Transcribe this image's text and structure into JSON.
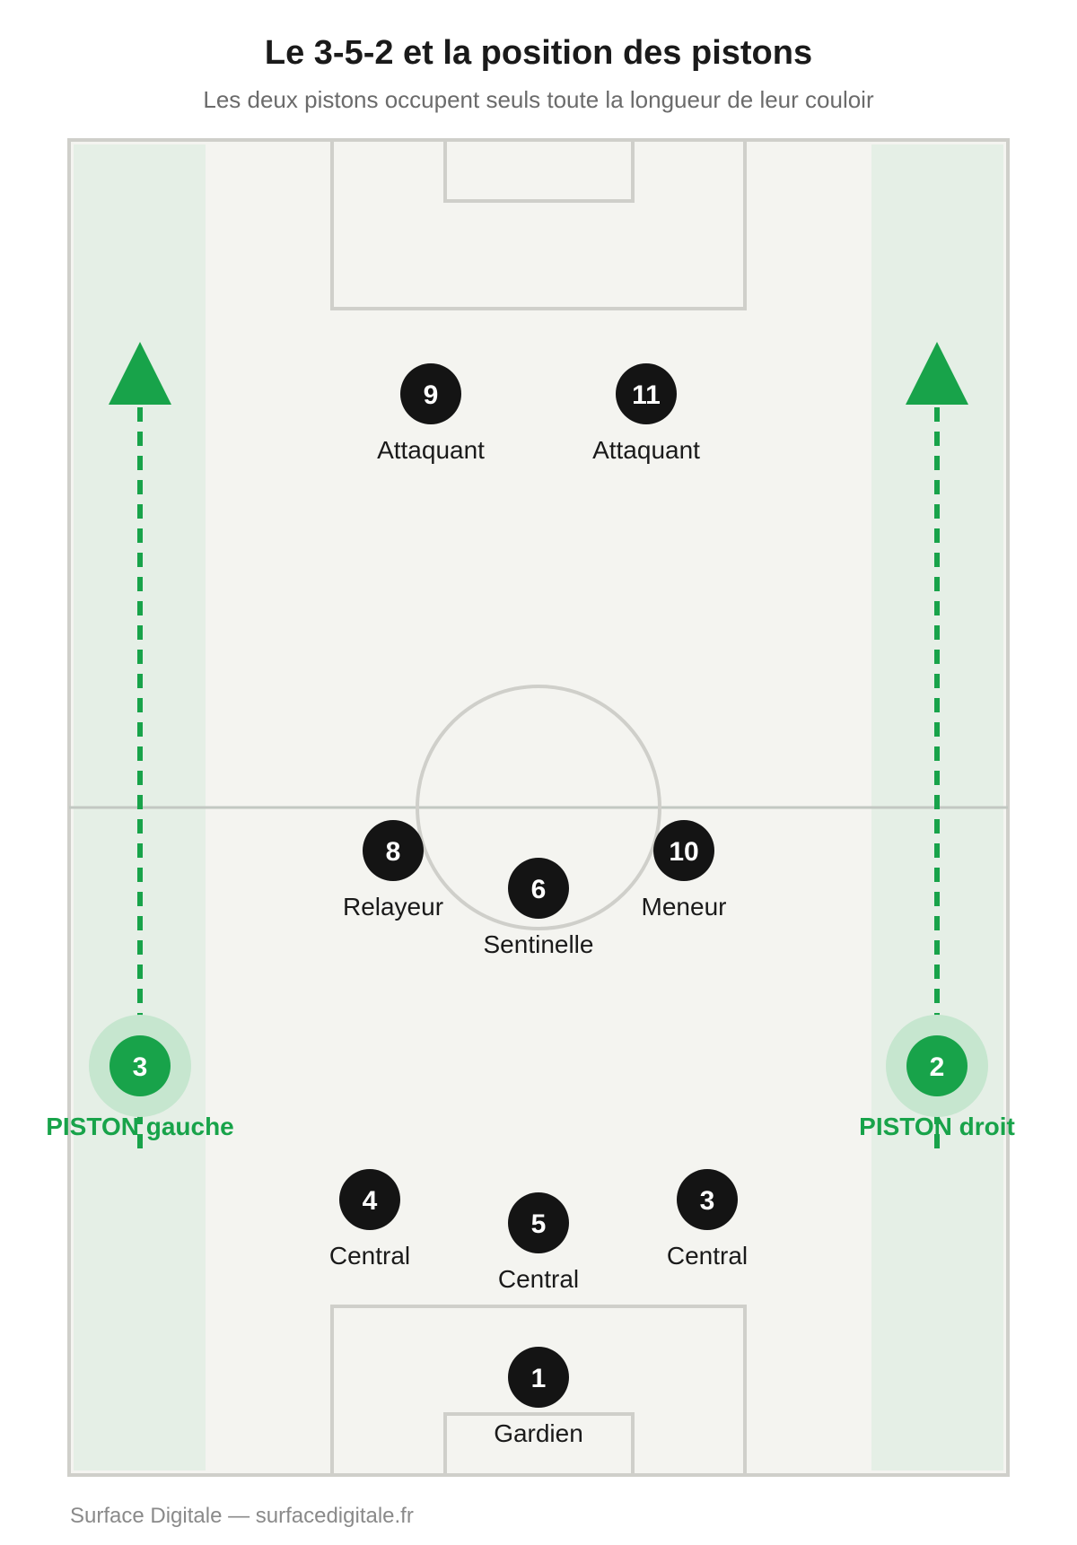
{
  "title": "Le 3-5-2 et la position des pistons",
  "subtitle": "Les deux pistons occupent seuls toute la longueur de leur couloir",
  "footer": "Surface Digitale — surfacedigitale.fr",
  "colors": {
    "pitch": "#f4f4f0",
    "lines": "#cfcfca",
    "corridor": "#e5efe6",
    "player": "#141414",
    "piston": "#18a34a",
    "piston_halo": "#c6e6cf"
  },
  "players": [
    {
      "number": "9",
      "role": "Attaquant",
      "type": "regular"
    },
    {
      "number": "11",
      "role": "Attaquant",
      "type": "regular"
    },
    {
      "number": "8",
      "role": "Relayeur",
      "type": "regular"
    },
    {
      "number": "6",
      "role": "Sentinelle",
      "type": "regular"
    },
    {
      "number": "10",
      "role": "Meneur",
      "type": "regular"
    },
    {
      "number": "3",
      "role": "PISTON gauche",
      "type": "piston"
    },
    {
      "number": "2",
      "role": "PISTON droit",
      "type": "piston"
    },
    {
      "number": "4",
      "role": "Central",
      "type": "regular"
    },
    {
      "number": "5",
      "role": "Central",
      "type": "regular"
    },
    {
      "number": "3",
      "role": "Central",
      "type": "regular"
    },
    {
      "number": "1",
      "role": "Gardien",
      "type": "regular"
    }
  ]
}
